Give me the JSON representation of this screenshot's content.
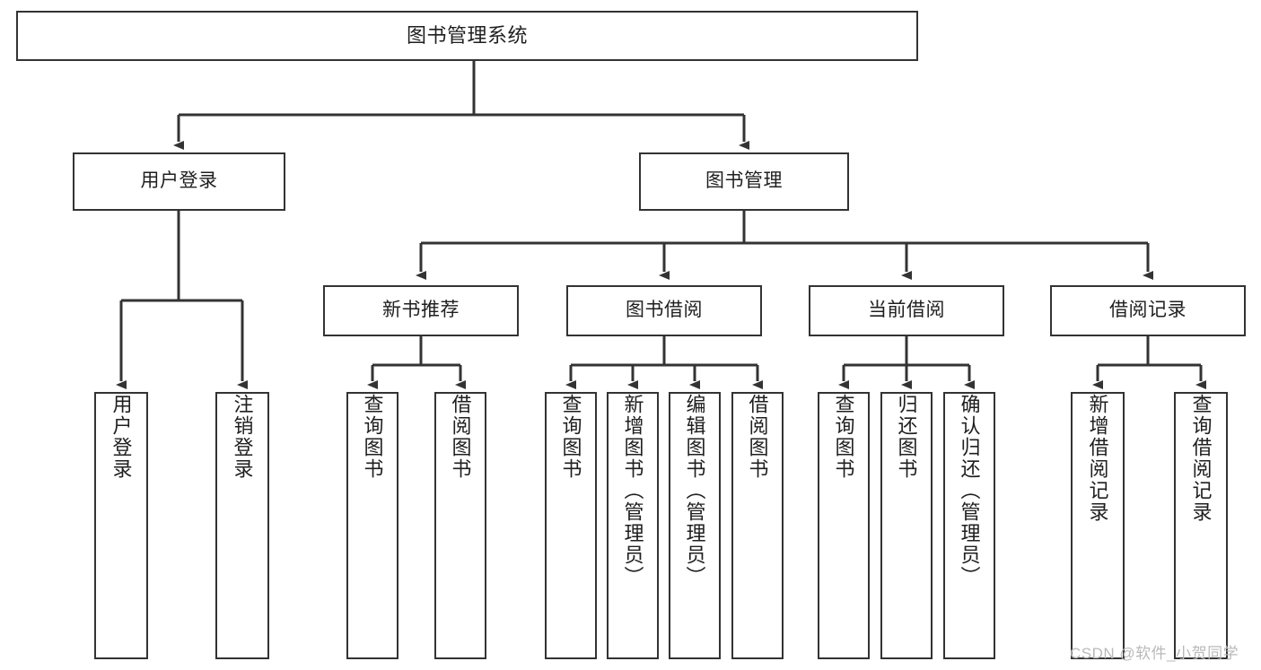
{
  "diagram": {
    "type": "tree",
    "title_node": {
      "label": "图书管理系统"
    },
    "level2": [
      {
        "label": "用户登录"
      },
      {
        "label": "图书管理"
      }
    ],
    "level3": [
      {
        "label": "新书推荐"
      },
      {
        "label": "图书借阅"
      },
      {
        "label": "当前借阅"
      },
      {
        "label": "借阅记录"
      }
    ],
    "leaves": {
      "user_login": [
        {
          "label": "用户登录"
        },
        {
          "label": "注销登录"
        }
      ],
      "new_book_recommend": [
        {
          "label": "查询图书"
        },
        {
          "label": "借阅图书"
        }
      ],
      "book_borrow": [
        {
          "label": "查询图书"
        },
        {
          "label": "新增图书（管理员）"
        },
        {
          "label": "编辑图书（管理员）"
        },
        {
          "label": "借阅图书"
        }
      ],
      "current_borrow": [
        {
          "label": "查询图书"
        },
        {
          "label": "归还图书"
        },
        {
          "label": "确认归还（管理员）"
        }
      ],
      "borrow_record": [
        {
          "label": "新增借阅记录"
        },
        {
          "label": "查询借阅记录"
        }
      ]
    }
  },
  "watermark": {
    "text": "CSDN @软件_小贺同学"
  },
  "colors": {
    "stroke": "#333333",
    "box_fill": "#ffffff",
    "text": "#1f1f1f",
    "watermark": "#b9b9b9"
  }
}
